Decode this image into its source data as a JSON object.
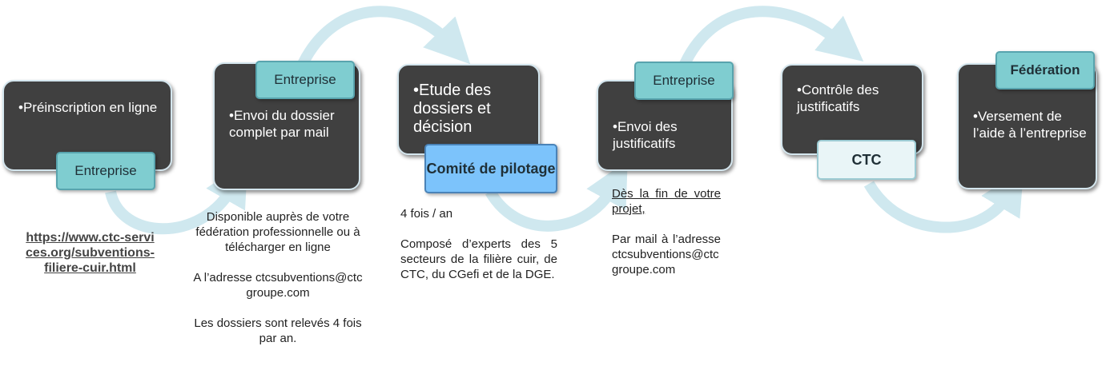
{
  "steps": [
    {
      "text": "•Préinscription en ligne",
      "tag": "Entreprise"
    },
    {
      "text": "•Envoi du dossier complet par mail",
      "tag": "Entreprise"
    },
    {
      "text": "•Etude des dossiers et décision",
      "tag": "Comité de pilotage"
    },
    {
      "text": "•Envoi des justificatifs",
      "tag": "Entreprise"
    },
    {
      "text": "•Contrôle des justificatifs",
      "tag": "CTC"
    },
    {
      "text": "•Versement de l’aide à l’entreprise",
      "tag": "Fédération"
    }
  ],
  "notes": {
    "step1_link": "https://www.ctc-services.org/subventions-filiere-cuir.html",
    "step2": {
      "line1": "Disponible auprès de votre fédération professionnelle ou à télécharger en ligne",
      "line2": "A l’adresse ctcsubventions@ctcgroupe.com",
      "line3": "Les dossiers sont relevés 4 fois par an."
    },
    "step3": {
      "line1": "4 fois / an",
      "line2": "Composé d’experts des 5 secteurs de la filière cuir, de CTC, du CGefi et de la DGE."
    },
    "step4": {
      "line1": "Dès la fin de votre projet,",
      "line2": "Par mail à l’adresse ctcsubventions@ctcgroupe.com"
    }
  },
  "colors": {
    "box": "#404040",
    "tag": "#7fcdd0",
    "tag_blue": "#7cc3fb",
    "tag_light": "#e9f5f7",
    "arrow": "#cfe8ef"
  }
}
